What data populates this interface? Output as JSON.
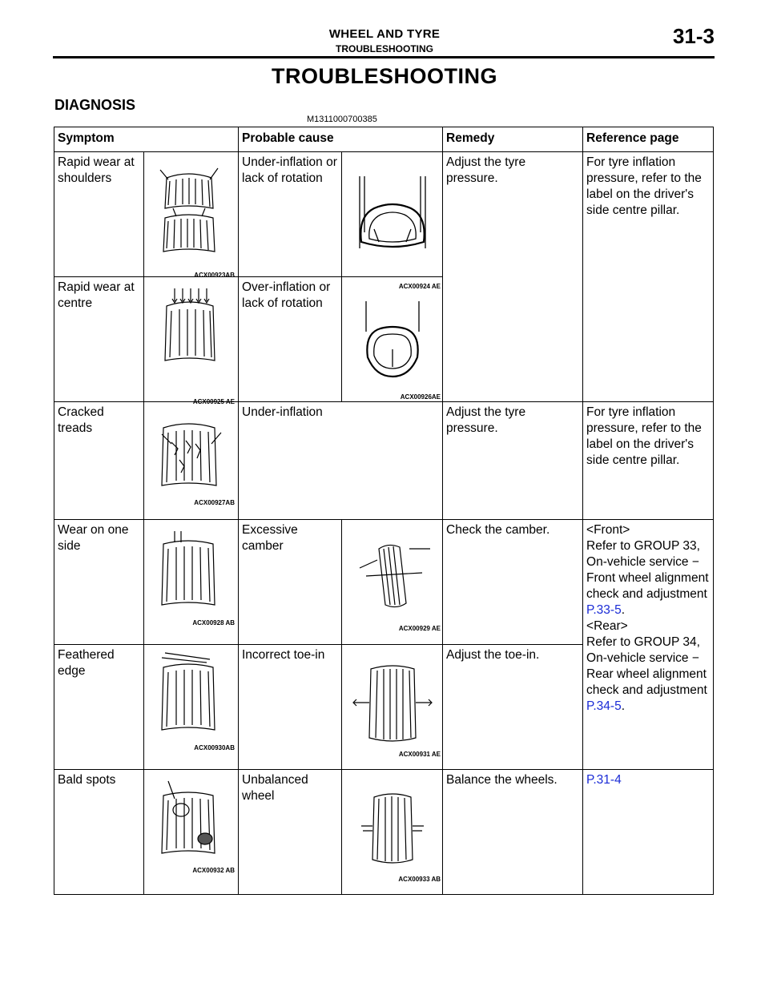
{
  "header": {
    "title": "WHEEL AND TYRE",
    "subtitle": "TROUBLESHOOTING",
    "page_number": "31-3"
  },
  "page_title": "TROUBLESHOOTING",
  "section": {
    "title": "DIAGNOSIS",
    "doc_id": "M1311000700385"
  },
  "table": {
    "headers": [
      "Symptom",
      "Probable cause",
      "Remedy",
      "Reference page"
    ],
    "rows": [
      {
        "symptom": "Rapid wear at shoulders",
        "symptom_fig": "ACX00923AB",
        "cause": "Under-inflation or lack of rotation",
        "cause_fig": "ACX00924 AE"
      },
      {
        "symptom": "Rapid wear at centre",
        "symptom_fig": "ACX00925 AE",
        "cause": "Over-inflation or lack of rotation",
        "cause_fig": "ACX00926AE"
      },
      {
        "symptom": "Cracked treads",
        "symptom_fig": "ACX00927AB",
        "cause": "Under-inflation"
      },
      {
        "symptom": "Wear on one side",
        "symptom_fig": "ACX00928 AB",
        "cause": "Excessive camber",
        "cause_fig": "ACX00929 AE"
      },
      {
        "symptom": "Feathered edge",
        "symptom_fig": "ACX00930AB",
        "cause": "Incorrect toe-in",
        "cause_fig": "ACX00931 AE"
      },
      {
        "symptom": "Bald spots",
        "symptom_fig": "ACX00932 AB",
        "cause": "Unbalanced wheel",
        "cause_fig": "ACX00933 AB"
      }
    ],
    "remedies": {
      "tyre_pressure": "Adjust the tyre pressure.",
      "tyre_pressure_2": "Adjust the tyre pressure.",
      "camber": "Check the camber.",
      "toe_in": "Adjust the toe-in.",
      "balance": "Balance the wheels."
    },
    "references": {
      "inflation": "For tyre inflation pressure, refer to the label on the driver's side centre pillar.",
      "inflation_2": "For tyre inflation pressure, refer to the label on the driver's side centre pillar.",
      "front_tag": "<Front>",
      "front_text": "Refer to GROUP 33, On-vehicle service − Front wheel alignment check and adjustment",
      "front_link": "P.33-5",
      "rear_tag": "<Rear>",
      "rear_text": "Refer to GROUP 34, On-vehicle service − Rear wheel alignment check and adjustment",
      "rear_link": "P.34-5",
      "balance_link": "P.31-4"
    }
  }
}
